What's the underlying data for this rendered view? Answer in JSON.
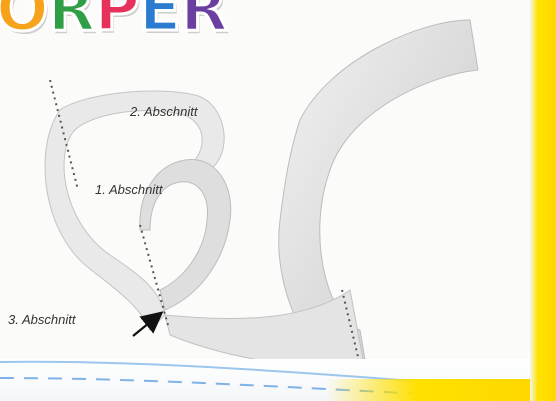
{
  "title": {
    "letters": [
      "O",
      "R",
      "P",
      "E",
      "R"
    ],
    "colors": [
      "#f7a21b",
      "#2f9e44",
      "#e6325a",
      "#2b7bd1",
      "#6a3fa0"
    ]
  },
  "labels": {
    "section_1": "1. Abschnitt",
    "section_2": "2. Abschnitt",
    "section_3": "3. Abschnitt"
  },
  "colors": {
    "accent_yellow": "#ffd600",
    "dash_blue": "#7fb3e6"
  }
}
